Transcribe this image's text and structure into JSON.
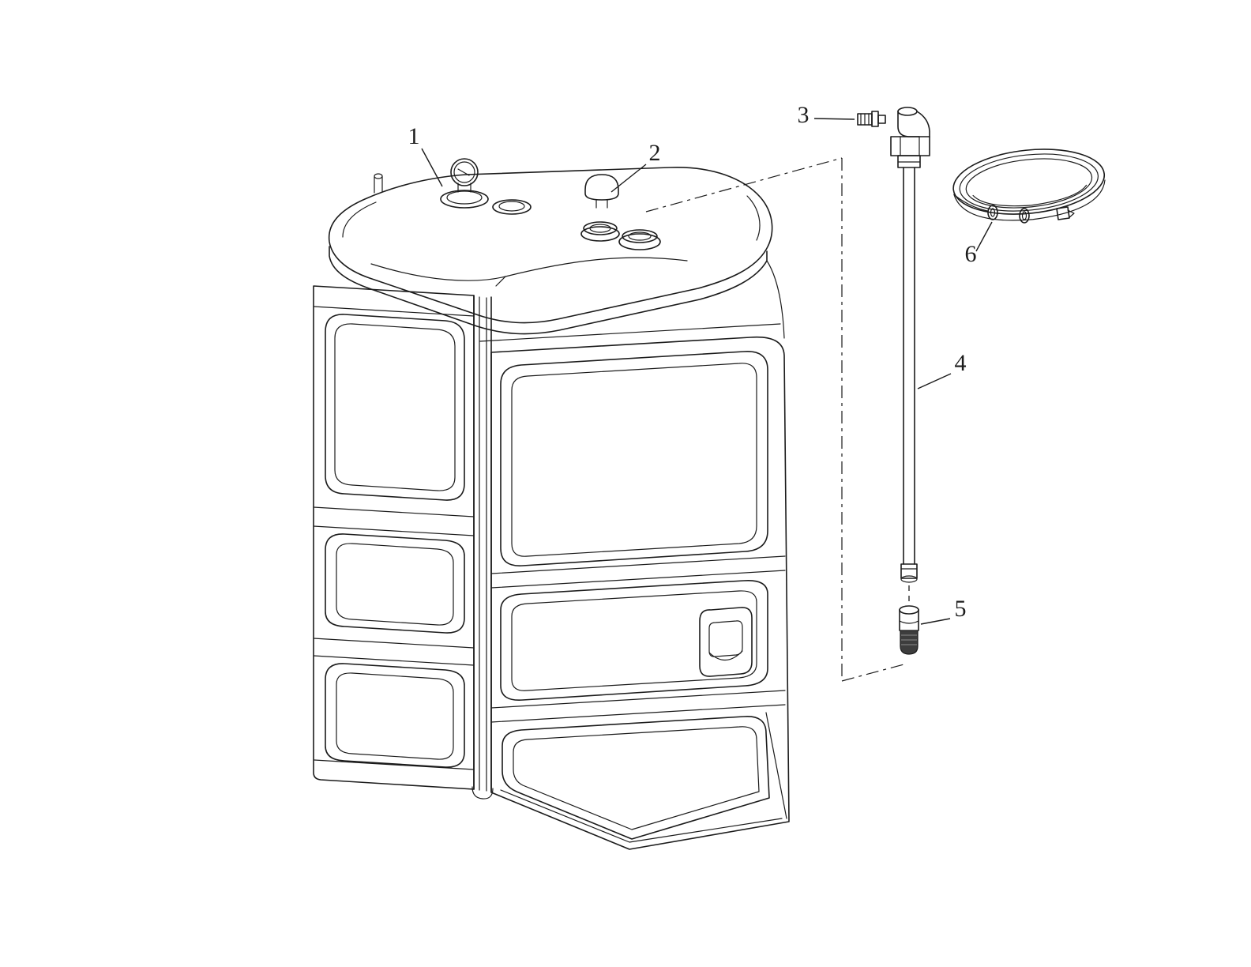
{
  "diagram": {
    "type": "exploded-parts-line-drawing",
    "subject": "plastic oil storage tank with gauge, vent cap, fittings, suction tube, foot-valve filter and hose coil",
    "colors": {
      "background": "#ffffff",
      "line": "#1b1b1b",
      "filter_dark_section": "#3d3d3d"
    },
    "callouts": [
      {
        "number": "1",
        "target": "level-gauge"
      },
      {
        "number": "2",
        "target": "vent-cap"
      },
      {
        "number": "3",
        "target": "tank-fitting"
      },
      {
        "number": "4",
        "target": "suction-tube"
      },
      {
        "number": "5",
        "target": "filter-foot-valve"
      },
      {
        "number": "6",
        "target": "hose-coil"
      }
    ]
  }
}
